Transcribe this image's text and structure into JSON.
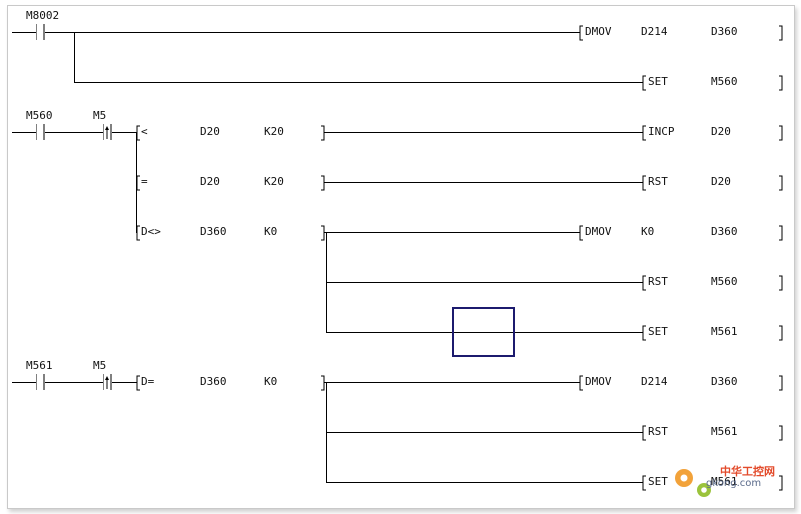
{
  "rungs": [
    {
      "contacts": [
        {
          "label": "M8002",
          "type": "NO"
        }
      ],
      "outputs": [
        {
          "instr": "DMOV",
          "op1": "D214",
          "op2": "D360"
        },
        {
          "instr": "SET",
          "op1": "",
          "op2": "M560"
        }
      ]
    },
    {
      "contacts": [
        {
          "label": "M560",
          "type": "NO"
        },
        {
          "label": "M5",
          "type": "PLS"
        }
      ],
      "branches": [
        {
          "cmp": "<",
          "a": "D20",
          "b": "K20",
          "outputs": [
            {
              "instr": "INCP",
              "op1": "",
              "op2": "D20"
            }
          ]
        },
        {
          "cmp": "=",
          "a": "D20",
          "b": "K20",
          "outputs": [
            {
              "instr": "RST",
              "op1": "",
              "op2": "D20"
            }
          ]
        },
        {
          "cmp": "D<>",
          "a": "D360",
          "b": "K0",
          "outputs": [
            {
              "instr": "DMOV",
              "op1": "K0",
              "op2": "D360"
            },
            {
              "instr": "RST",
              "op1": "",
              "op2": "M560"
            },
            {
              "instr": "SET",
              "op1": "",
              "op2": "M561"
            }
          ]
        }
      ]
    },
    {
      "contacts": [
        {
          "label": "M561",
          "type": "NO"
        },
        {
          "label": "M5",
          "type": "PLS"
        }
      ],
      "branches": [
        {
          "cmp": "D=",
          "a": "D360",
          "b": "K0",
          "outputs": [
            {
              "instr": "DMOV",
              "op1": "D214",
              "op2": "D360"
            },
            {
              "instr": "RST",
              "op1": "",
              "op2": "M561"
            },
            {
              "instr": "SET",
              "op1": "",
              "op2": "M561"
            }
          ]
        }
      ]
    }
  ],
  "watermark": {
    "text": "中华工控网",
    "sub": "gkong.com"
  },
  "colors": {
    "wire": "#000000",
    "cursor": "#1c1a6e",
    "watermark": "#e34b2b"
  }
}
